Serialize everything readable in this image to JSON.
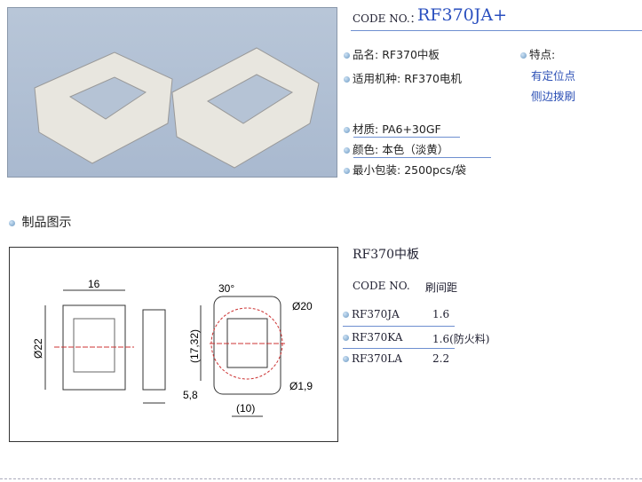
{
  "product": {
    "code_label": "CODE NO.：",
    "code_value": "RF370JA+"
  },
  "specs": [
    {
      "label": "品名:",
      "value": "RF370中板"
    },
    {
      "label": "适用机种:",
      "value": "RF370电机"
    },
    {
      "label": "材质:",
      "value": "PA6+30GF"
    },
    {
      "label": "颜色:",
      "value": "本色（淡黄）"
    },
    {
      "label": "最小包装:",
      "value": "2500pcs/袋"
    }
  ],
  "features": {
    "label": "特点:",
    "items": [
      "有定位点",
      "侧边拨刷"
    ]
  },
  "section_title": "制品图示",
  "drawing": {
    "dims": [
      "16",
      "Ø22",
      "5,8",
      "30°",
      "Ø20",
      "(17,32)",
      "(10)",
      "Ø1,9"
    ]
  },
  "table": {
    "title": "RF370中板",
    "headers": [
      "CODE NO.",
      "刷间距"
    ],
    "rows": [
      [
        "RF370JA",
        "1.6"
      ],
      [
        "RF370KA",
        "1.6(防火料)"
      ],
      [
        "RF370LA",
        "2.2"
      ]
    ]
  }
}
